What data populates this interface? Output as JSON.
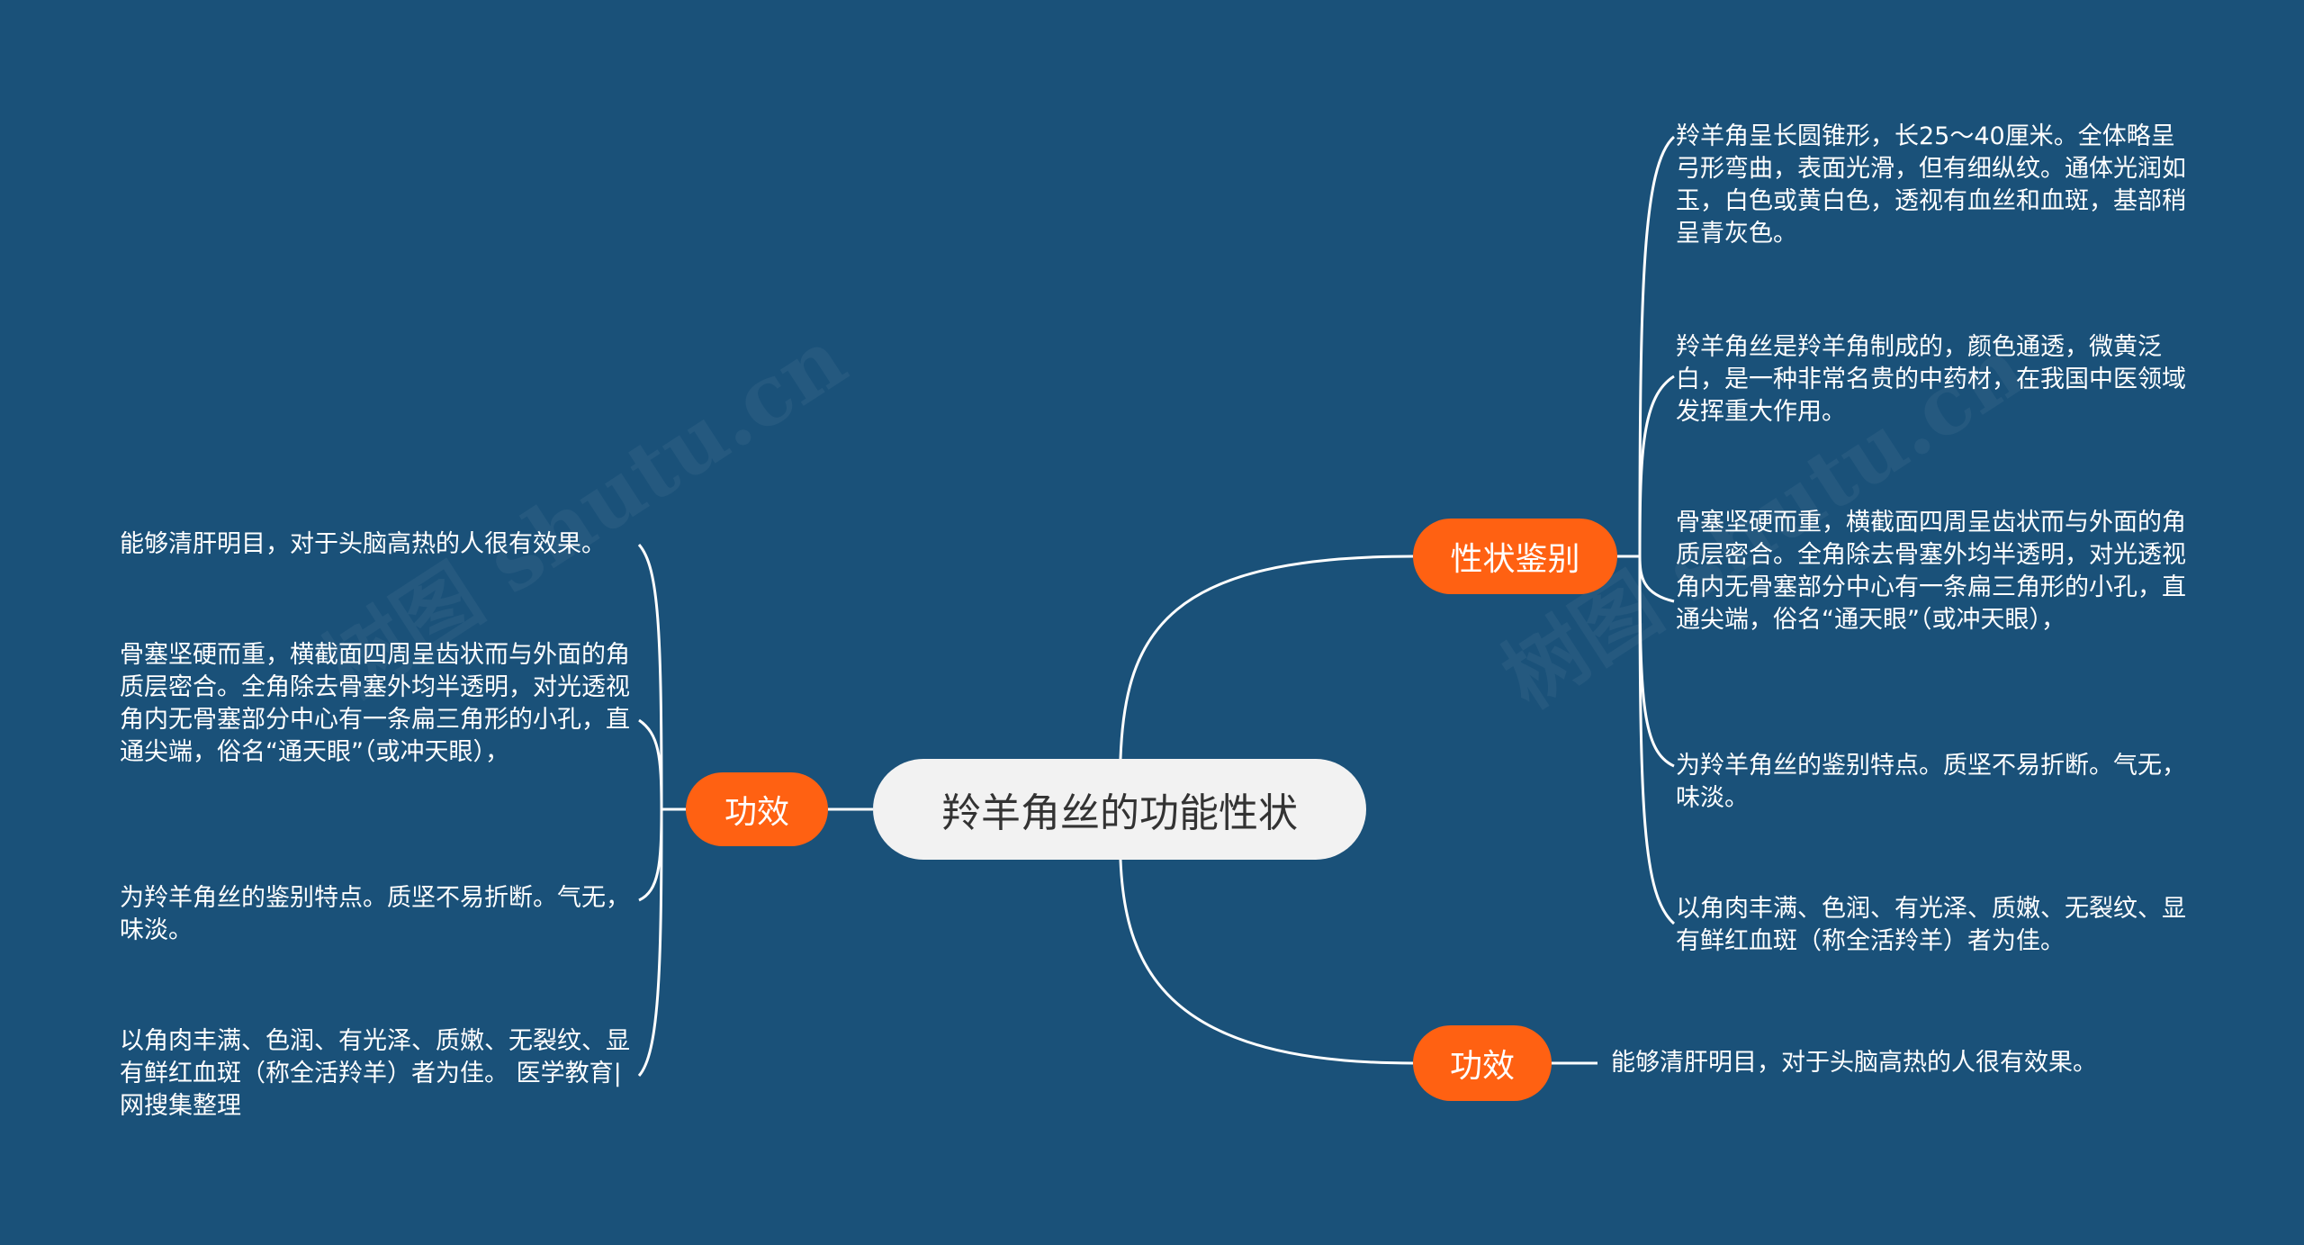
{
  "center": {
    "title": "羚羊角丝的功能性状"
  },
  "right_top": {
    "label": "性状鉴别",
    "items": [
      "羚羊角呈长圆锥形，长25～40厘米。全体略呈弓形弯曲，表面光滑，但有细纵纹。通体光润如玉，白色或黄白色，透视有血丝和血斑，基部稍呈青灰色。",
      "羚羊角丝是羚羊角制成的，颜色通透，微黄泛白，是一种非常名贵的中药材，在我国中医领域发挥重大作用。",
      "骨塞坚硬而重，横截面四周呈齿状而与外面的角质层密合。全角除去骨塞外均半透明，对光透视角内无骨塞部分中心有一条扁三角形的小孔，直通尖端，俗名“通天眼”（或冲天眼），",
      "为羚羊角丝的鉴别特点。质坚不易折断。气无，味淡。",
      "以角肉丰满、色润、有光泽、质嫩、无裂纹、显有鲜红血斑（称全活羚羊）者为佳。"
    ]
  },
  "right_bottom": {
    "label": "功效",
    "items": [
      "能够清肝明目，对于头脑高热的人很有效果。"
    ]
  },
  "left": {
    "label": "功效",
    "items": [
      "能够清肝明目，对于头脑高热的人很有效果。",
      "骨塞坚硬而重，横截面四周呈齿状而与外面的角质层密合。全角除去骨塞外均半透明，对光透视角内无骨塞部分中心有一条扁三角形的小孔，直通尖端，俗名“通天眼”（或冲天眼），",
      "为羚羊角丝的鉴别特点。质坚不易折断。气无，味淡。",
      "以角肉丰满、色润、有光泽、质嫩、无裂纹、显有鲜红血斑（称全活羚羊）者为佳。 医学教育|网搜集整理"
    ]
  },
  "watermark": "树图 shutu.cn"
}
